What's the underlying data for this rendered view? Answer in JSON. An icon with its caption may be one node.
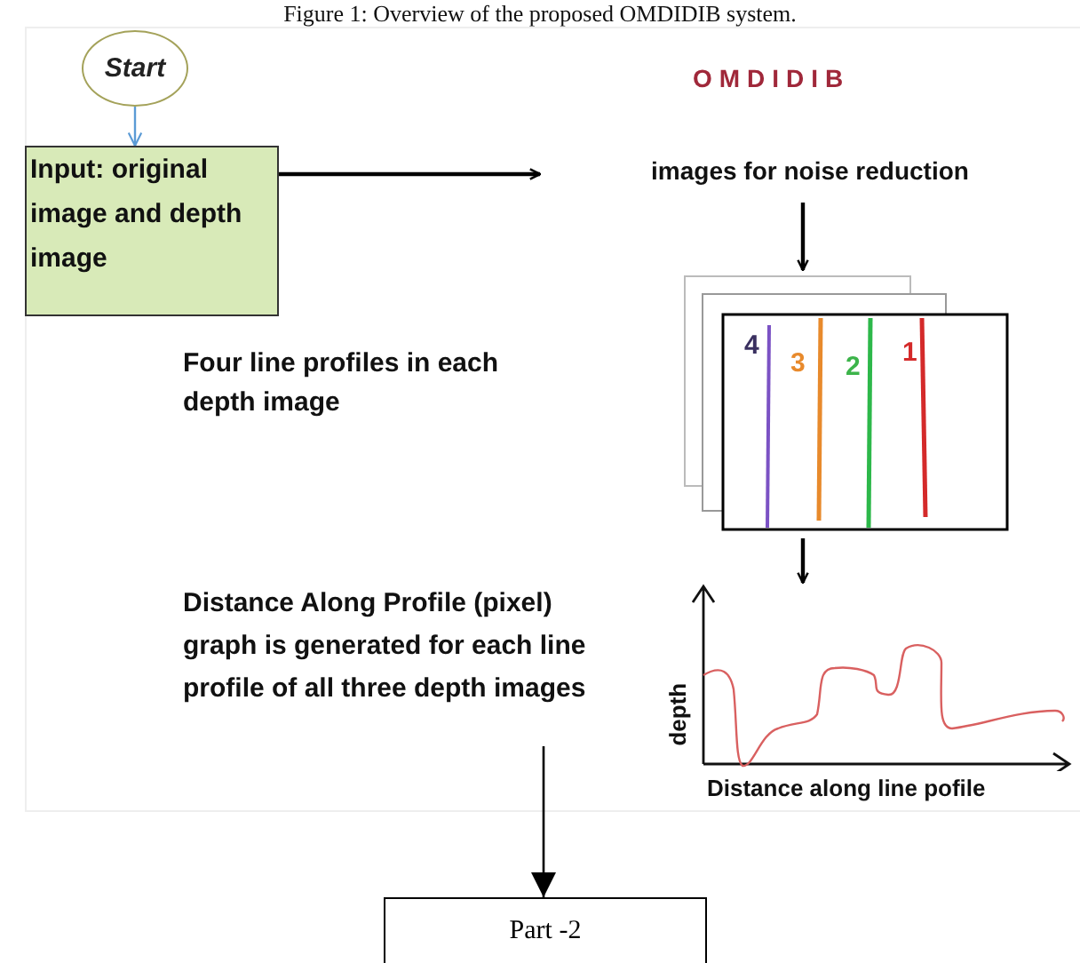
{
  "diagram": {
    "title": "Figure 1: Overview of the proposed OMDIDIB system.",
    "nodes": [
      {
        "text": [
          "Start"
        ]
      },
      {
        "text": [
          "Input: original image and depth image"
        ]
      },
      {
        "text": [
          "images for noise reduction"
        ]
      },
      {
        "text": [],
        "shape": "picture"
      },
      {
        "text": [],
        "shape": "picture"
      },
      {
        "text": [
          "Part -2"
        ]
      }
    ],
    "edges": [
      {
        "from": 0,
        "to": 1,
        "arrow": "to",
        "color": "#5b9bd5"
      },
      {
        "from": 1,
        "to": null,
        "arrow": "to"
      },
      {
        "from": 2,
        "to": 3,
        "arrow": "to"
      },
      {
        "from": 3,
        "to": 4,
        "arrow": "to"
      },
      {
        "from": null,
        "to": 5,
        "arrow": "to"
      }
    ],
    "labels": [
      "OMDIDIB",
      "4",
      "3",
      "2",
      "1",
      "Four line profiles in each depth image",
      "Distance Along Profile (pixel) graph is generated for each line profile of all three depth images",
      "depth",
      "Distance along line pofile"
    ]
  }
}
